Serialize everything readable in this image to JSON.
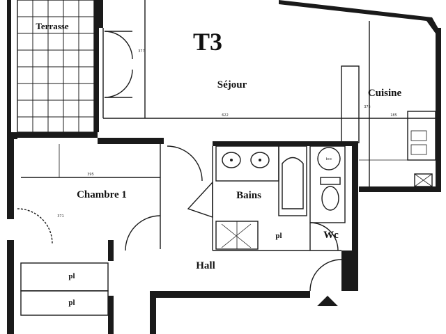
{
  "plan": {
    "apartment_type": "T3",
    "rooms": {
      "terrace": "Terrasse",
      "living": "Séjour",
      "kitchen": "Cuisine",
      "bedroom": "Chambre 1",
      "bathroom": "Bains",
      "wc": "Wc",
      "hall": "Hall"
    },
    "fixtures": {
      "boiler": "bcc",
      "closet_1": "pl",
      "closet_2": "pl",
      "closet_3": "pl"
    },
    "dimensions": {
      "living_width": "622",
      "living_height": "377",
      "kitchen_width": "185",
      "kitchen_height": "375",
      "bedroom_width": "395",
      "bedroom_height": "371"
    },
    "colors": {
      "ink": "#1a1a1a",
      "paper": "#ffffff"
    }
  }
}
